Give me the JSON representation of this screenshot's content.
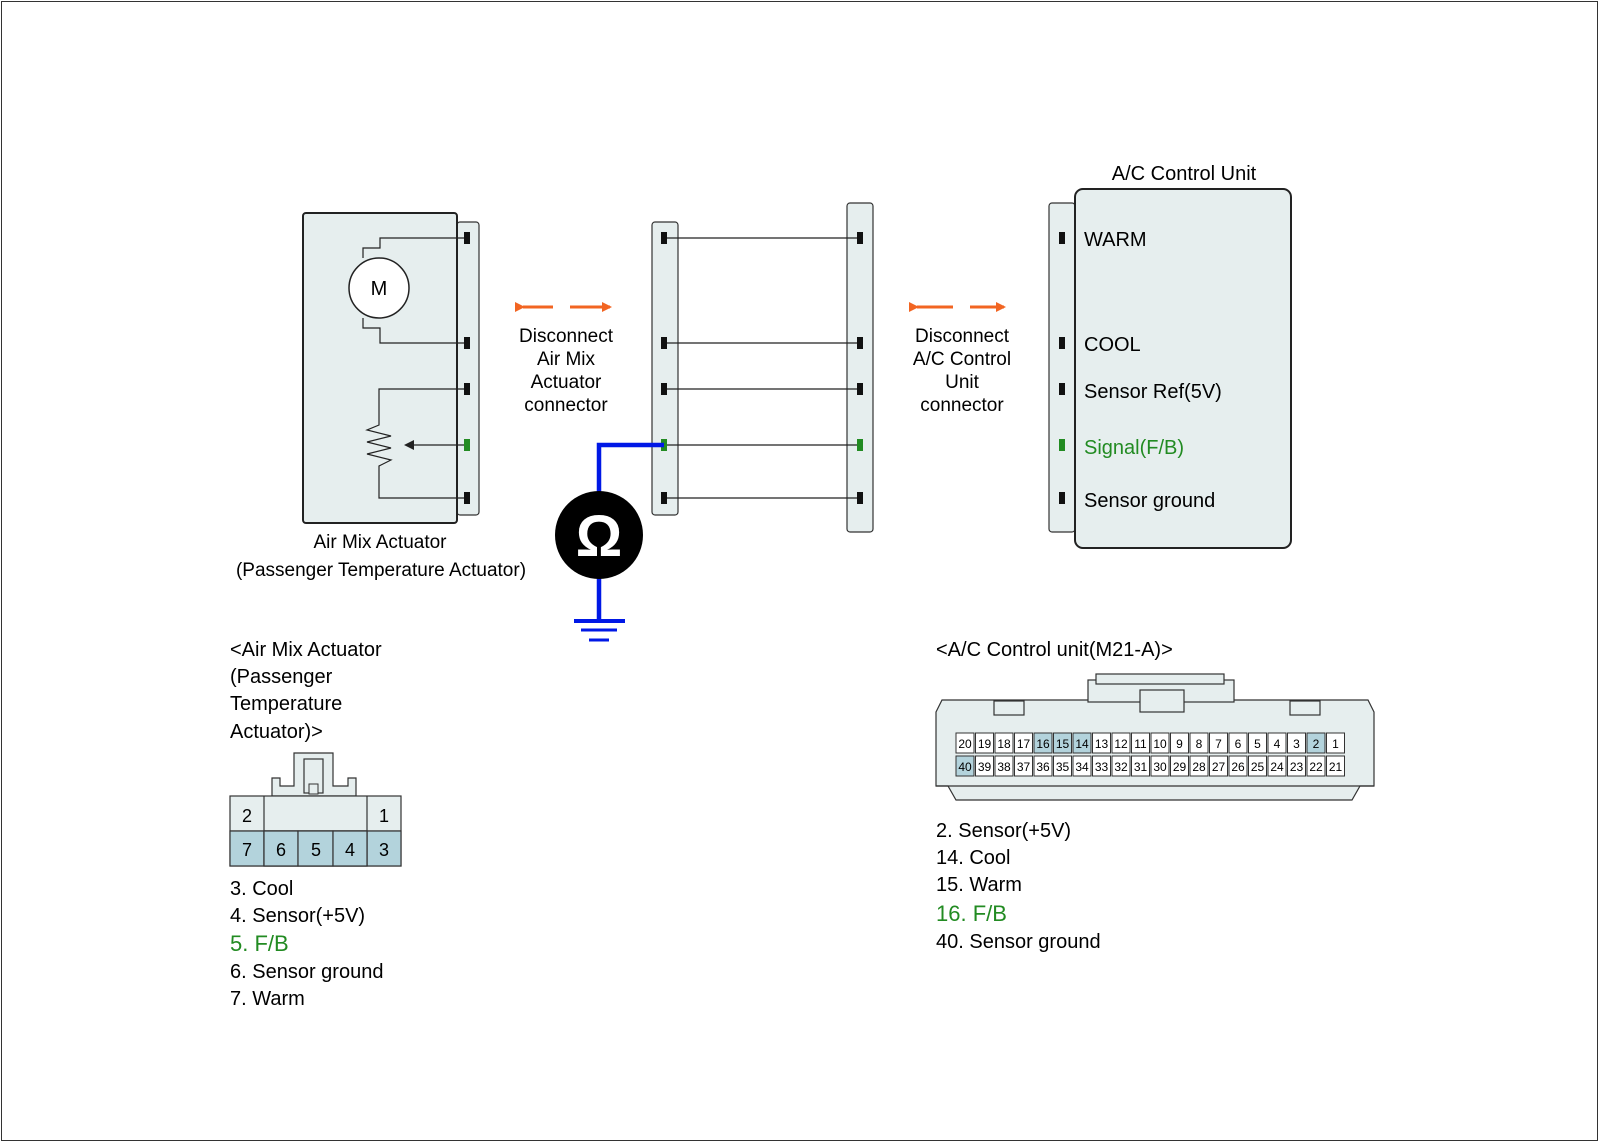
{
  "actuator": {
    "motor_symbol": "M",
    "caption_line1": "Air Mix Actuator",
    "caption_line2": "(Passenger Temperature Actuator)"
  },
  "disconnect_left": [
    "Disconnect",
    "Air Mix",
    "Actuator",
    "connector"
  ],
  "disconnect_right": [
    "Disconnect",
    "A/C Control",
    "Unit",
    "connector"
  ],
  "control_unit": {
    "title": "A/C Control Unit",
    "pins": [
      {
        "label": "WARM",
        "highlight": false
      },
      {
        "label": "COOL",
        "highlight": false
      },
      {
        "label": "Sensor Ref(5V)",
        "highlight": false
      },
      {
        "label": "Signal(F/B)",
        "highlight": true
      },
      {
        "label": "Sensor ground",
        "highlight": false
      }
    ]
  },
  "meter": {
    "symbol": "Ω"
  },
  "actuator_connector": {
    "title_lines": [
      "<Air Mix Actuator",
      "(Passenger",
      "Temperature",
      "Actuator)>"
    ],
    "top_row": [
      "2",
      "1"
    ],
    "bottom_row": [
      "7",
      "6",
      "5",
      "4",
      "3"
    ],
    "legend": [
      {
        "text": "3. Cool",
        "highlight": false
      },
      {
        "text": "4. Sensor(+5V)",
        "highlight": false
      },
      {
        "text": "5. F/B",
        "highlight": true
      },
      {
        "text": "6. Sensor ground",
        "highlight": false
      },
      {
        "text": "7. Warm",
        "highlight": false
      }
    ]
  },
  "control_connector": {
    "title": "<A/C Control unit(M21-A)>",
    "row1": [
      "20",
      "19",
      "18",
      "17",
      "16",
      "15",
      "14",
      "13",
      "12",
      "11",
      "10",
      "9",
      "8",
      "7",
      "6",
      "5",
      "4",
      "3",
      "2",
      "1"
    ],
    "row2": [
      "40",
      "39",
      "38",
      "37",
      "36",
      "35",
      "34",
      "33",
      "32",
      "31",
      "30",
      "29",
      "28",
      "27",
      "26",
      "25",
      "24",
      "23",
      "22",
      "21"
    ],
    "highlighted": [
      "16",
      "15",
      "14",
      "2",
      "40"
    ],
    "legend": [
      {
        "text": "2. Sensor(+5V)",
        "highlight": false
      },
      {
        "text": "14. Cool",
        "highlight": false
      },
      {
        "text": "15. Warm",
        "highlight": false
      },
      {
        "text": "16. F/B",
        "highlight": true
      },
      {
        "text": "40. Sensor ground",
        "highlight": false
      }
    ]
  },
  "colors": {
    "panel_fill": "#e6eeee",
    "pin_fill": "#b3d3dc",
    "highlight_green": "#228b22",
    "probe_blue": "#0018e6",
    "arrow_orange": "#f26522"
  }
}
